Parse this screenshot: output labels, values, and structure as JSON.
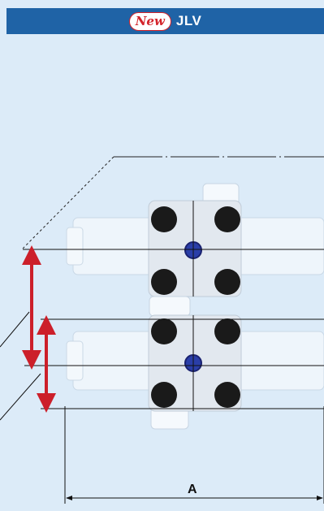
{
  "header": {
    "badge": "New",
    "title": "JLV"
  },
  "diagram": {
    "dimension_label": "A",
    "colors": {
      "header_bg": "#1f63a6",
      "background": "#dcebf8",
      "arrow": "#cc1f2a",
      "fitting": "#1a1a1a",
      "center_port": "#2a3ea8"
    }
  }
}
